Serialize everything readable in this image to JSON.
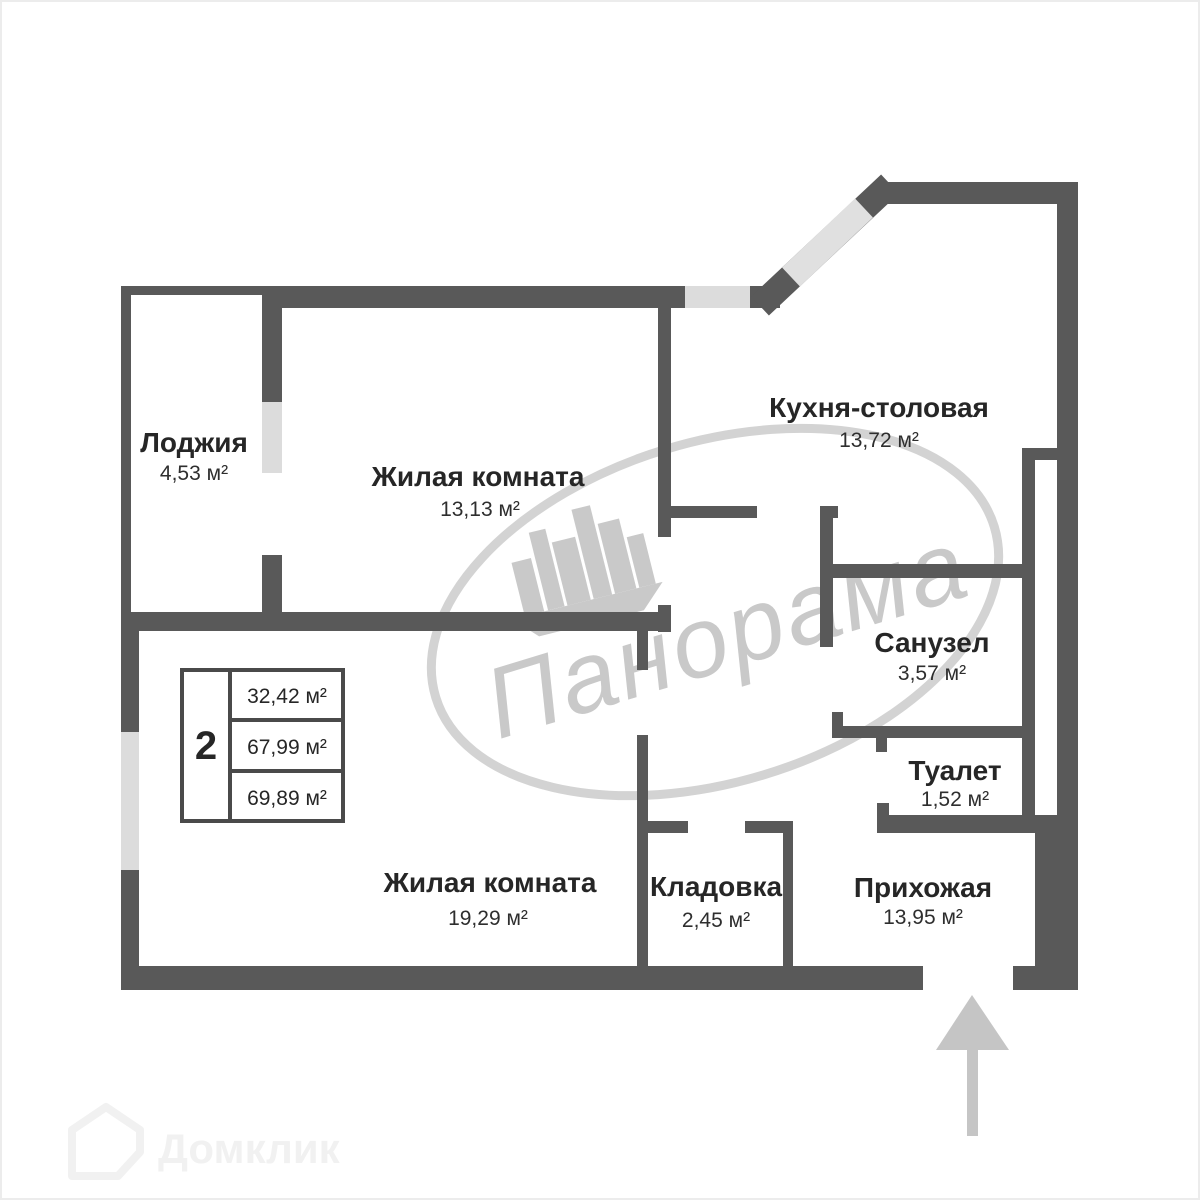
{
  "rooms": [
    {
      "name": "Лоджия",
      "area": "4,53 м²"
    },
    {
      "name": "Жилая комната",
      "area": "13,13 м²"
    },
    {
      "name": "Кухня-столовая",
      "area": "13,72 м²"
    },
    {
      "name": "Санузел",
      "area": "3,57 м²"
    },
    {
      "name": "Туалет",
      "area": "1,52 м²"
    },
    {
      "name": "Жилая комната",
      "area": "19,29 м²"
    },
    {
      "name": "Кладовка",
      "area": "2,45 м²"
    },
    {
      "name": "Прихожая",
      "area": "13,95 м²"
    }
  ],
  "legend": {
    "rooms_count": "2",
    "areas": [
      "32,42 м²",
      "67,99 м²",
      "69,89 м²"
    ]
  },
  "watermark": {
    "brand": "Панорама"
  },
  "footer_watermark": {
    "brand": "Домклик"
  },
  "icons": {
    "entrance-arrow": "up-arrow",
    "panorama-stamp": "ellipse-stamp",
    "panorama-skyline": "city-skyline",
    "domclick-house": "house-outline"
  },
  "colors": {
    "wall": "#595959",
    "window": "#dcdcdc",
    "label": "#262626",
    "watermark": "#c9c9c9",
    "arrow": "#c5c5c5",
    "legend_border": "#4a4a4a"
  }
}
